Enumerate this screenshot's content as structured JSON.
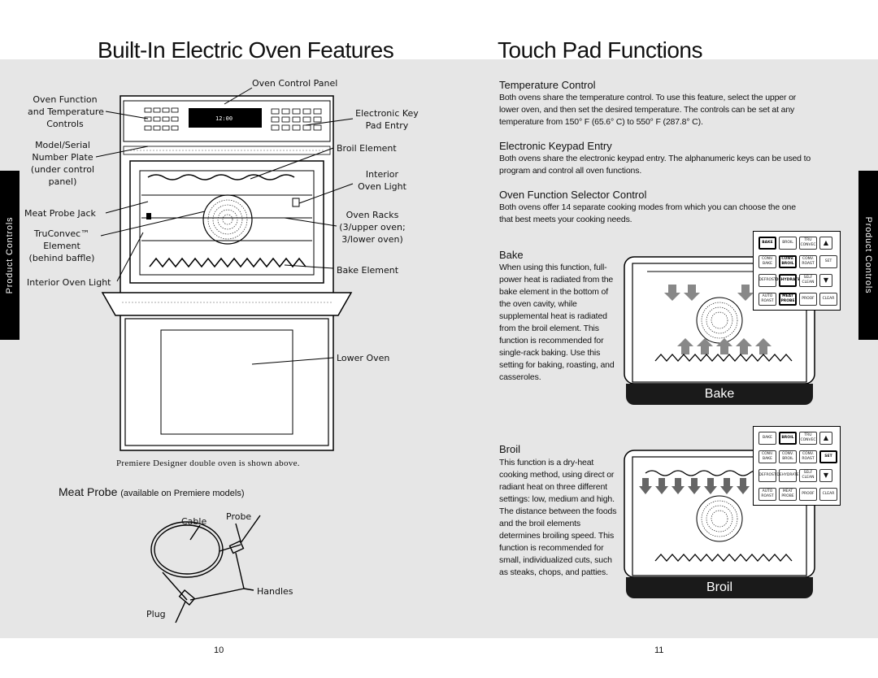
{
  "titles": {
    "left": "Built-In Electric Oven Features",
    "right": "Touch Pad Functions"
  },
  "side_tab": {
    "label": "Product Controls"
  },
  "oven_labels": {
    "oven_control_panel": "Oven Control Panel",
    "oven_function_1": "Oven Function",
    "oven_function_2": "and Temperature",
    "oven_function_3": "Controls",
    "electronic_key_1": "Electronic Key",
    "electronic_key_2": "Pad Entry",
    "model_serial_1": "Model/Serial",
    "model_serial_2": "Number Plate",
    "model_serial_3": "(under control",
    "model_serial_4": "panel)",
    "broil_element": "Broil Element",
    "interior_oven_light_1": "Interior",
    "interior_oven_light_2": "Oven Light",
    "meat_probe_jack": "Meat Probe Jack",
    "truconvec_1": "TruConvec™",
    "truconvec_2": "Element",
    "truconvec_3": "(behind baffle)",
    "oven_racks_1": "Oven Racks",
    "oven_racks_2": "(3/upper oven;",
    "oven_racks_3": "3/lower oven)",
    "bake_element": "Bake Element",
    "interior_oven_light": "Interior Oven Light",
    "lower_oven": "Lower Oven",
    "display_time": "12:00"
  },
  "oven_caption": "Premiere Designer double oven is shown above.",
  "meat_probe": {
    "heading": "Meat Probe",
    "note": "(available on Premiere models)",
    "cable": "Cable",
    "probe": "Probe",
    "handles": "Handles",
    "plug": "Plug"
  },
  "sections": {
    "temperature_control": {
      "heading": "Temperature Control",
      "body": "Both ovens share the temperature control. To use this feature, select the upper or lower oven, and then set the desired temperature. The controls can be set at any temperature from 150° F (65.6° C) to 550° F (287.8° C)."
    },
    "electronic_keypad": {
      "heading": "Electronic Keypad Entry",
      "body": "Both ovens share the electronic keypad entry. The alphanumeric keys can be used to program and control all oven functions."
    },
    "selector_control": {
      "heading": "Oven Function Selector Control",
      "body": "Both ovens offer 14 separate cooking modes from which you can choose the one that best meets your cooking needs."
    },
    "bake": {
      "heading": "Bake",
      "body": "When using this function, full-power heat is radiated from the bake element in the bottom of the oven cavity, while supplemental heat is radiated from the broil element. This function is recommended for single-rack baking. Use this setting for baking, roasting, and casseroles.",
      "caption": "Bake"
    },
    "broil": {
      "heading": "Broil",
      "body": "This function is a dry-heat cooking method, using direct or radiant heat on three different settings: low, medium and high. The distance between the foods and the broil elements determines broiling speed. This function is recommended for small, individualized cuts, such as steaks, chops, and patties.",
      "caption": "Broil"
    }
  },
  "keypad_keys": [
    [
      "BAKE",
      "BROIL",
      "TRU CONVEC",
      "▲"
    ],
    [
      "CONV. BAKE",
      "CONV. BROIL",
      "CONV. ROAST",
      "SET"
    ],
    [
      "DEFROST",
      "DEHYDRATE",
      "SELF CLEAN",
      "▼"
    ],
    [
      "AUTO ROAST",
      "MEAT PROBE",
      "PROOF",
      "CLEAR"
    ]
  ],
  "page_numbers": {
    "left": "10",
    "right": "11"
  }
}
